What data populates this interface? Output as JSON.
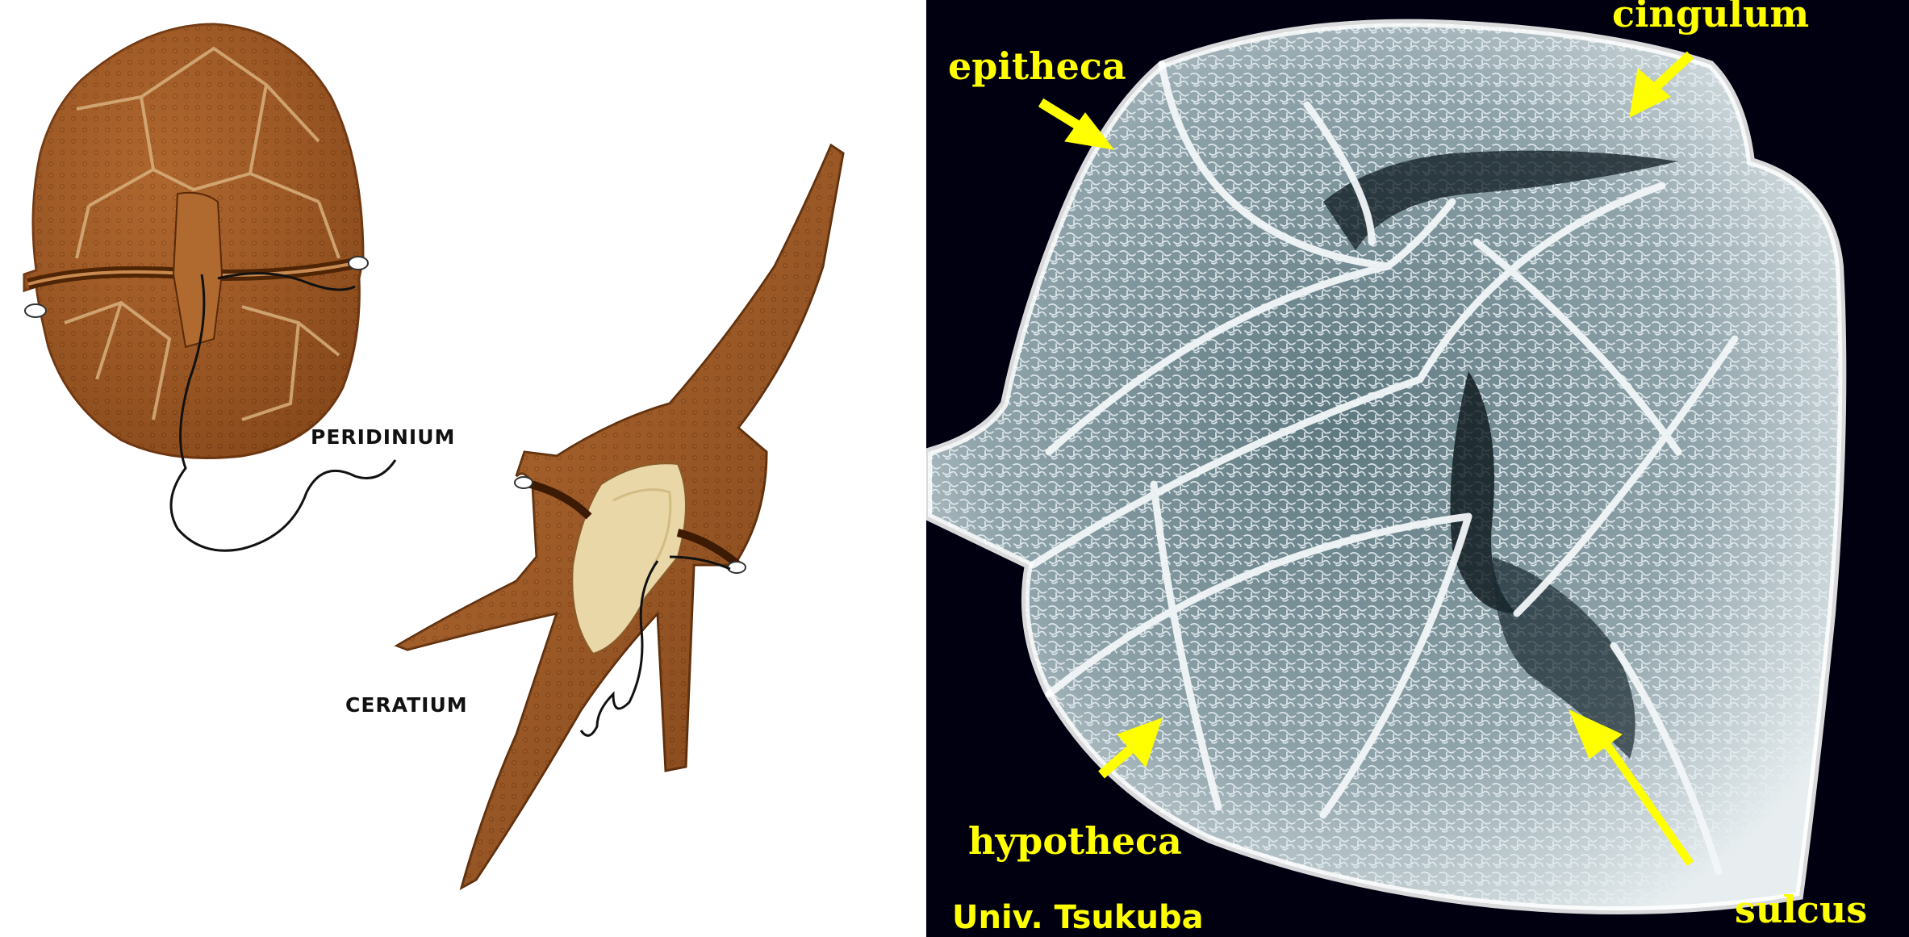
{
  "left_panel": {
    "labels": {
      "peridinium": "PERIDINIUM",
      "ceratium": "CERATIUM"
    }
  },
  "right_panel": {
    "labels": {
      "epitheca": "epitheca",
      "cingulum": "cingulum",
      "hypotheca": "hypotheca",
      "sulcus": "sulcus"
    },
    "credit": "Univ. Tsukuba"
  },
  "colors": {
    "left_background": "#ffffff",
    "right_background": "#000010",
    "theca_brown": "#a35a25",
    "theca_dark": "#6e3510",
    "sem_ridge": "#dfe6ea",
    "label_yellow": "#ffff00"
  }
}
